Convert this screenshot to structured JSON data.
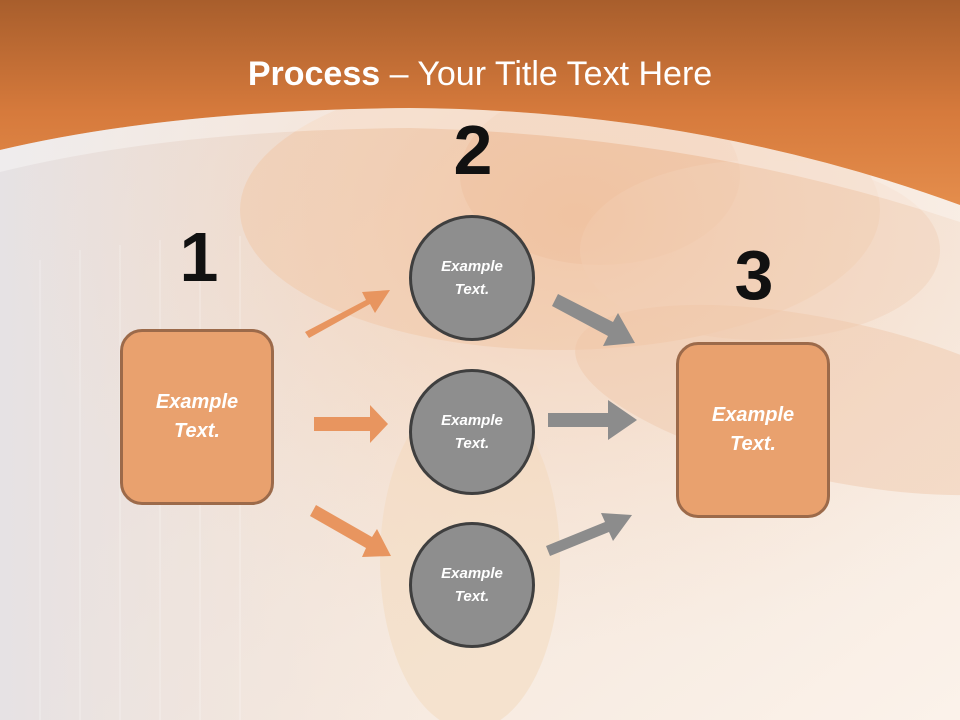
{
  "title": {
    "bold": "Process",
    "dash": " – ",
    "rest": "Your Title Text Here"
  },
  "steps": {
    "one": "1",
    "two": "2",
    "three": "3"
  },
  "box_left": {
    "text_line1": "Example",
    "text_line2": "Text."
  },
  "box_right": {
    "text_line1": "Example",
    "text_line2": "Text."
  },
  "circles": [
    {
      "text_line1": "Example",
      "text_line2": "Text."
    },
    {
      "text_line1": "Example",
      "text_line2": "Text."
    },
    {
      "text_line1": "Example",
      "text_line2": "Text."
    }
  ],
  "colors": {
    "header_orange": "#d9773a",
    "box_fill": "#e9a16e",
    "box_border": "#9c6a4a",
    "circle_fill": "#8e8e8e",
    "circle_border": "#3f3f3f",
    "arrow_orange": "#e8955f",
    "arrow_gray": "#8c8c8c"
  }
}
